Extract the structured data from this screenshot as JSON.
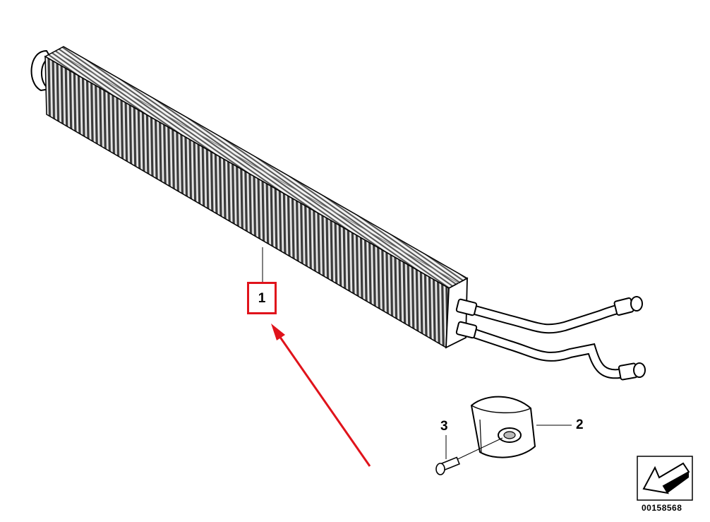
{
  "callouts": {
    "part1": "1",
    "part2": "2",
    "part3": "3"
  },
  "reference_number": "00158568",
  "colors": {
    "highlight": "#e0131b",
    "line": "#000000",
    "fin_dark": "#3a3a3a"
  },
  "icons": {
    "corner_symbol": "arrow-left-down-icon"
  }
}
